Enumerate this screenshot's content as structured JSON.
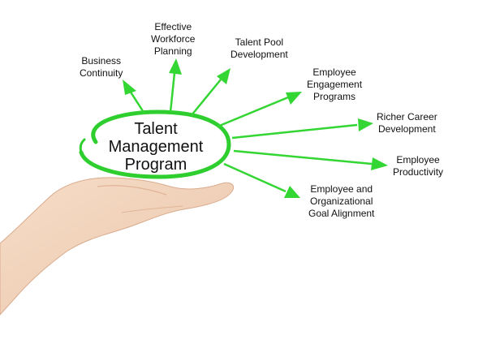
{
  "center": {
    "lines": [
      "Talent",
      "Management",
      "Program"
    ]
  },
  "branches": [
    {
      "lines": [
        "Business",
        "Continuity"
      ]
    },
    {
      "lines": [
        "Effective",
        "Workforce",
        "Planning"
      ]
    },
    {
      "lines": [
        "Talent Pool",
        "Development"
      ]
    },
    {
      "lines": [
        "Employee",
        "Engagement",
        "Programs"
      ]
    },
    {
      "lines": [
        "Richer Career",
        "Development"
      ]
    },
    {
      "lines": [
        "Employee",
        "Productivity"
      ]
    },
    {
      "lines": [
        "Employee and",
        "Organizational",
        "Goal Alignment"
      ]
    }
  ],
  "colors": {
    "arrow": "#33d633",
    "ellipse": "#2fce2f",
    "text": "#111111"
  }
}
